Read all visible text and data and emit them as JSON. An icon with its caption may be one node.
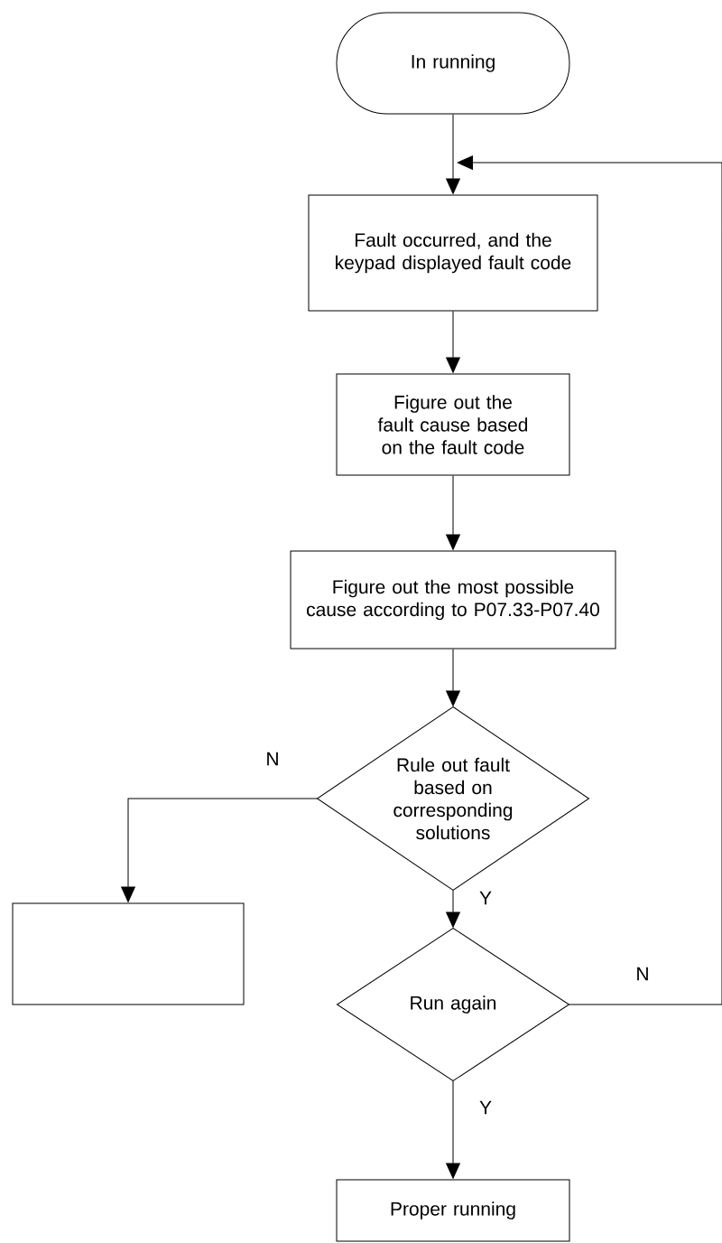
{
  "diagram": {
    "nodes": [
      {
        "text": [
          "In running"
        ]
      },
      {
        "text": [
          "Fault occurred, and the keypad displayed fault code"
        ]
      },
      {
        "text": [
          "Figure out the fault cause based on the fault code"
        ]
      },
      {
        "text": [
          "Figure out the most possible cause according to P07.33-P07.40"
        ]
      },
      {
        "text": [
          "Rule out fault based on corresponding solutions"
        ]
      },
      {
        "text": [],
        "shape": "box"
      },
      {
        "text": [
          "Run again"
        ]
      },
      {
        "text": [
          "Proper running"
        ]
      }
    ],
    "edges": [
      {
        "from": 0,
        "to": 1,
        "arrow": "to"
      },
      {
        "from": 1,
        "to": 2,
        "arrow": "to"
      },
      {
        "from": 2,
        "to": 3,
        "arrow": "to"
      },
      {
        "from": 3,
        "to": 4,
        "arrow": "to"
      },
      {
        "from": 4,
        "to": 5,
        "arrow": "to",
        "label": "N"
      },
      {
        "from": 4,
        "to": 6,
        "arrow": "to",
        "label": "Y"
      },
      {
        "from": 6,
        "to": 7,
        "arrow": "to",
        "label": "Y"
      },
      {
        "from": 6,
        "to": 1,
        "arrow": "to",
        "label": "N"
      }
    ]
  }
}
